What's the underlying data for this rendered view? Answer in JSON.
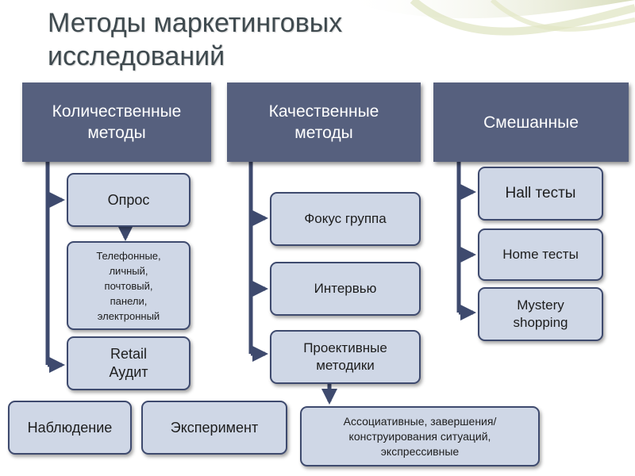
{
  "slide": {
    "title": "Методы маркетинговых исследований"
  },
  "headers": {
    "quantitative": "Количественные\nметоды",
    "qualitative": "Качественные\nметоды",
    "mixed": "Смешанные"
  },
  "quantitative_items": {
    "survey": "Опрос",
    "survey_types": "Телефонные,\nличный,\nпочтовый,\nпанели,\nэлектронный",
    "retail_audit": "Retail\nАудит"
  },
  "qualitative_items": {
    "focus_group": "Фокус группа",
    "interview": "Интервью",
    "projective": "Проективные\nметодики",
    "projective_types": "Ассоциативные, завершения/\nконструирования ситуаций,\nэкспрессивные"
  },
  "mixed_items": {
    "hall_tests": "Hall тесты",
    "home_tests": "Home тесты",
    "mystery_shopping": "Mystery\nshopping"
  },
  "standalone_items": {
    "observation": "Наблюдение",
    "experiment": "Эксперимент"
  },
  "colors": {
    "header_fill": "#56607e",
    "node_fill": "#cfd7e6",
    "node_border": "#3e4a6e",
    "connector": "#3e4a6e",
    "title_text": "#3f4a4f"
  }
}
